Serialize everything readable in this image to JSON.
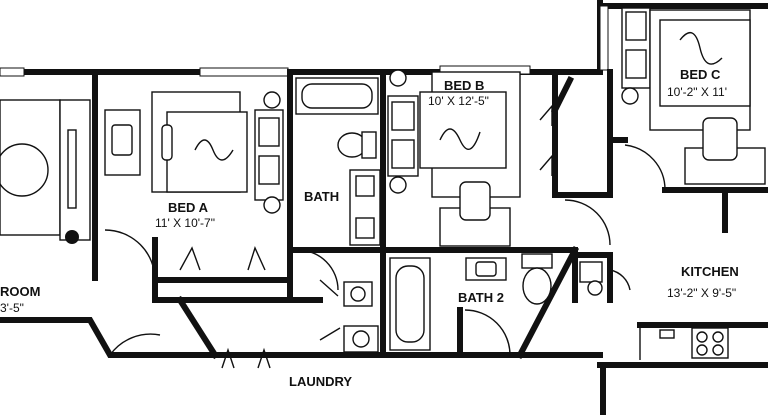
{
  "rooms": {
    "living": {
      "name": "ROOM",
      "dim": "3'-5\""
    },
    "bed_a": {
      "name": "BED A",
      "dim": "11' X 10'-7\""
    },
    "bath": {
      "name": "BATH"
    },
    "bed_b": {
      "name": "BED B",
      "dim": "10' X 12'-5\""
    },
    "bed_c": {
      "name": "BED C",
      "dim": "10'-2\" X 11'"
    },
    "bath_2": {
      "name": "BATH 2"
    },
    "kitchen": {
      "name": "KITCHEN",
      "dim": "13'-2\" X 9'-5\""
    },
    "laundry": {
      "name": "LAUNDRY"
    }
  },
  "colors": {
    "wall": "#111111",
    "background": "#ffffff"
  },
  "icons": [
    "bed-icon",
    "nightstand-icon",
    "dresser-icon",
    "desk-icon",
    "chair-icon",
    "bathtub-icon",
    "toilet-icon",
    "sink-icon",
    "stove-icon",
    "washer-icon",
    "dryer-icon",
    "plant-icon",
    "door-swing-icon",
    "closet-door-icon"
  ]
}
